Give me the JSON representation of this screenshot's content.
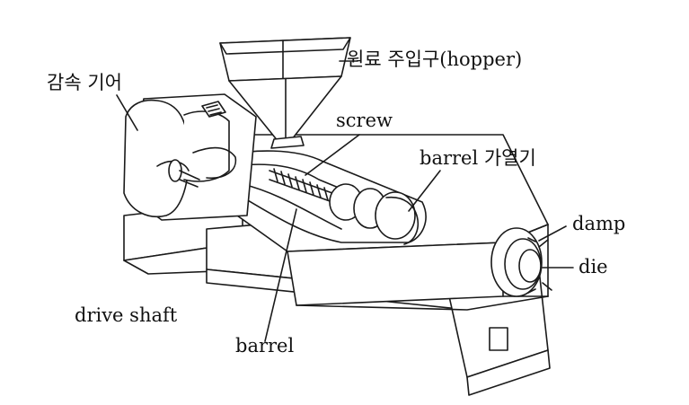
{
  "labels": {
    "hopper": "원료 주입구(hopper)",
    "reduction_gear": "감속 기어",
    "screw": "screw",
    "barrel_heater": "barrel 가열기",
    "damp": "damp",
    "die": "die",
    "drive_shaft": "drive shaft",
    "barrel": "barrel"
  },
  "colors": {
    "ink": "#1a1a1a",
    "background": "#ffffff"
  }
}
